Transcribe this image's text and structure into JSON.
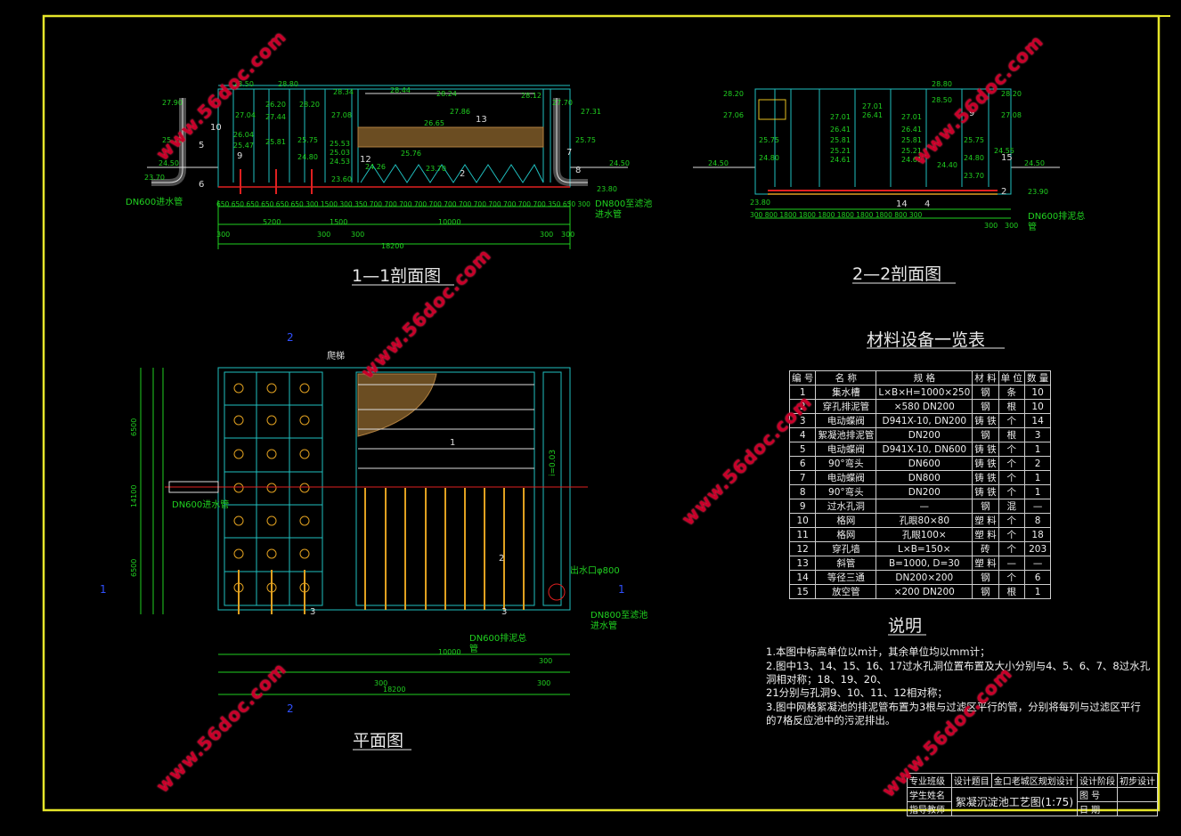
{
  "section_1_1": {
    "title": "1—1剖面图",
    "elevations": [
      "27.90",
      "28.50",
      "28.80",
      "28.34",
      "28.44",
      "28.24",
      "28.12",
      "27.70",
      "27.31",
      "27.04",
      "27.44",
      "26.20",
      "28.20",
      "27.08",
      "26.04",
      "25.75",
      "25.47",
      "25.81",
      "25.53",
      "25.03",
      "24.53",
      "24.80",
      "24.50",
      "23.70",
      "23.60",
      "24.26",
      "23.80",
      "26.65",
      "27.86",
      "25.76",
      "25.75"
    ],
    "inlet_label": "DN600进水管",
    "outlet_label": "DN800至滤池",
    "outlet_label2": "进水管",
    "dims_row1": "650 650 650 650 650 650 300 1500 300 350 700 700 700 700 700 700 700 700 700 700 700 700 350 650 300",
    "dims_row2": [
      "5200",
      "1500",
      "10000"
    ],
    "dims_row3": [
      "300",
      "300",
      "300",
      "300",
      "300"
    ],
    "total": "18200",
    "tags": [
      "10",
      "5",
      "6",
      "9",
      "2",
      "12",
      "13",
      "7",
      "8"
    ]
  },
  "section_2_2": {
    "title": "2—2剖面图",
    "elevations": [
      "28.20",
      "27.06",
      "25.75",
      "24.80",
      "24.50",
      "23.80",
      "28.80",
      "28.50",
      "27.01",
      "26.41",
      "25.81",
      "25.21",
      "24.61",
      "27.01",
      "26.41",
      "25.81",
      "25.21",
      "24.61",
      "28.20",
      "27.08",
      "25.75",
      "24.80",
      "24.40",
      "24.55",
      "23.70",
      "23.90"
    ],
    "dims": "300 800 1800 1800 1800 1800 1800 1800 800 300",
    "sludge_label": "DN600排泥总",
    "sludge_label2": "管",
    "tags": [
      "9",
      "14",
      "4",
      "15",
      "2"
    ]
  },
  "plan": {
    "title": "平面图",
    "markers": [
      "2",
      "1",
      "1",
      "2"
    ],
    "ladder": "爬梯",
    "inlet_label": "DN600进水管",
    "outlet_label": "出水口φ800",
    "sludge_label": "DN600排泥总",
    "sludge_label2": "管",
    "filter_label": "DN800至滤池",
    "filter_label2": "进水管",
    "slope": "i=0.03",
    "dims_left": [
      "14100",
      "6500",
      "6500"
    ],
    "dims_bottom_total": "18200",
    "dims_bottom": [
      "10000",
      "300",
      "300",
      "300"
    ],
    "tags": [
      "1",
      "2",
      "3",
      "3"
    ]
  },
  "materials": {
    "title": "材料设备一览表",
    "headers": [
      "编 号",
      "名 称",
      "规 格",
      "材 料",
      "单 位",
      "数 量"
    ],
    "rows": [
      [
        "1",
        "集水槽",
        "L×B×H=1000×250",
        "钢",
        "条",
        "10"
      ],
      [
        "2",
        "穿孔排泥管",
        "×580 DN200",
        "钢",
        "根",
        "10"
      ],
      [
        "3",
        "电动蝶阀",
        "D941X-10, DN200",
        "铸 铁",
        "个",
        "14"
      ],
      [
        "4",
        "絮凝池排泥管",
        "DN200",
        "钢",
        "根",
        "3"
      ],
      [
        "5",
        "电动蝶阀",
        "D941X-10, DN600",
        "铸 铁",
        "个",
        "1"
      ],
      [
        "6",
        "90°弯头",
        "DN600",
        "铸 铁",
        "个",
        "2"
      ],
      [
        "7",
        "电动蝶阀",
        "DN800",
        "铸 铁",
        "个",
        "1"
      ],
      [
        "8",
        "90°弯头",
        "DN200",
        "铸 铁",
        "个",
        "1"
      ],
      [
        "9",
        "过水孔洞",
        "—",
        "钢",
        "混",
        "—"
      ],
      [
        "10",
        "格网",
        "孔眼80×80",
        "塑 料",
        "个",
        "8"
      ],
      [
        "11",
        "格网",
        "孔眼100×",
        "塑 料",
        "个",
        "18"
      ],
      [
        "12",
        "穿孔墙",
        "L×B=150×",
        "砖",
        "个",
        "203"
      ],
      [
        "13",
        "斜管",
        "B=1000, D=30",
        "塑 料",
        "—",
        "—"
      ],
      [
        "14",
        "等径三通",
        "DN200×200",
        "钢",
        "个",
        "6"
      ],
      [
        "15",
        "放空管",
        "×200 DN200",
        "钢",
        "根",
        "1"
      ]
    ]
  },
  "notes": {
    "title": "说明",
    "lines": [
      "1.本图中标高单位以m计，其余单位均以mm计；",
      "2.图中13、14、15、16、17过水孔洞位置布置及大小分别与4、5、6、7、8过水孔",
      "洞相对称；18、19、20、",
      "21分别与孔洞9、10、11、12相对称；",
      "3.图中网格絮凝池的排泥管布置为3根与过滤区平行的管，分别将每列与过滤区平行",
      "的7格反应池中的污泥排出。"
    ]
  },
  "title_block": {
    "cells": [
      "专业班级",
      "设计题目",
      "金口老城区规划设计",
      "设计阶段",
      "初步设计",
      "学生姓名",
      "絮凝沉淀池工艺图(1:75)",
      "图 号",
      "指导教师",
      "日 期"
    ]
  },
  "watermark": "www.56doc.com",
  "colors": {
    "frame": "#e6e62a",
    "structure": "#20c0c0",
    "pipe": "#20d020",
    "red": "#e02020",
    "text": "#e8e8e8"
  }
}
